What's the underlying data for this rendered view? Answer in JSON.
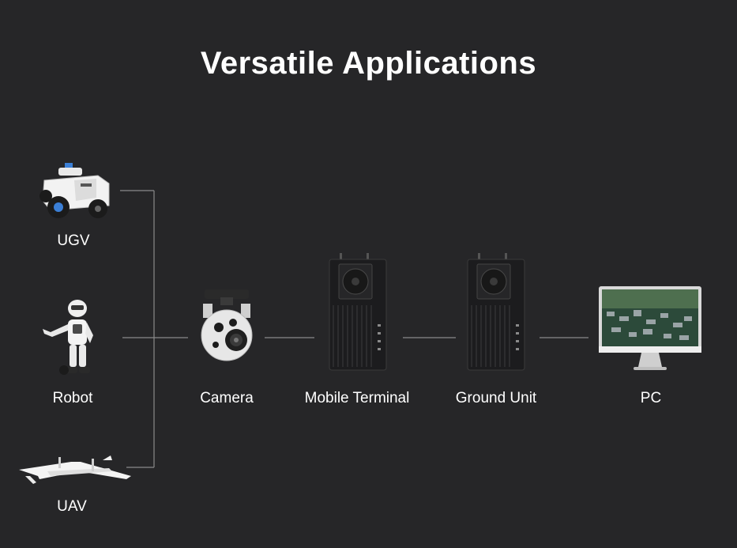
{
  "title": "Versatile Applications",
  "nodes": {
    "ugv": {
      "label": "UGV",
      "icon": "ugv-robot-vehicle-icon"
    },
    "robot": {
      "label": "Robot",
      "icon": "humanoid-robot-icon"
    },
    "uav": {
      "label": "UAV",
      "icon": "fixed-wing-drone-icon"
    },
    "camera": {
      "label": "Camera",
      "icon": "gimbal-camera-icon"
    },
    "mobile_terminal": {
      "label": "Mobile Terminal",
      "icon": "radio-box-icon"
    },
    "ground_unit": {
      "label": "Ground Unit",
      "icon": "radio-box-icon"
    },
    "pc": {
      "label": "PC",
      "icon": "monitor-icon"
    }
  },
  "colors": {
    "background": "#262628",
    "connector": "#8a8a8a",
    "text": "#ffffff"
  }
}
